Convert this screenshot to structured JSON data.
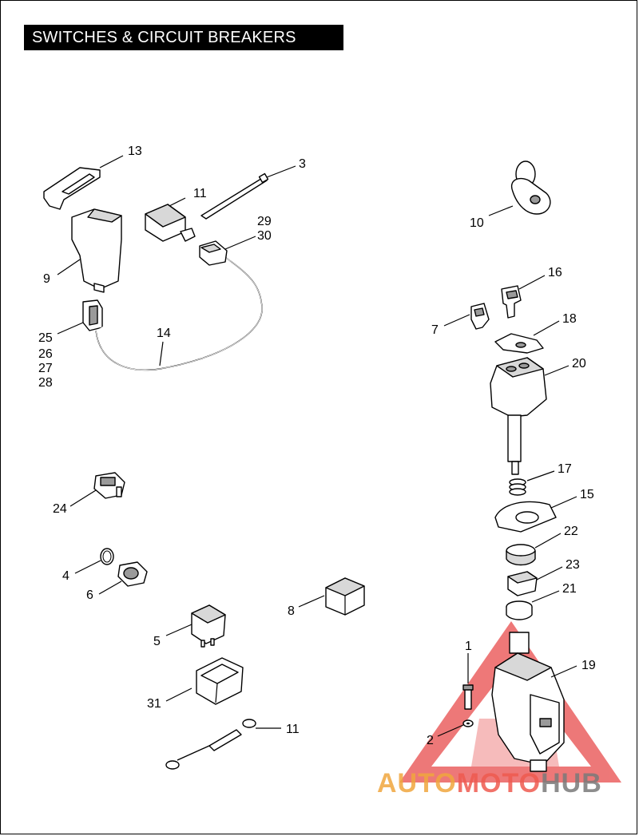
{
  "title": "SWITCHES & CIRCUIT BREAKERS",
  "callouts": [
    {
      "id": "c13",
      "text": "13"
    },
    {
      "id": "c3",
      "text": "3"
    },
    {
      "id": "c11a",
      "text": "11"
    },
    {
      "id": "c29",
      "text": "29"
    },
    {
      "id": "c30",
      "text": "30"
    },
    {
      "id": "c10",
      "text": "10"
    },
    {
      "id": "c9",
      "text": "9"
    },
    {
      "id": "c16",
      "text": "16"
    },
    {
      "id": "c7",
      "text": "7"
    },
    {
      "id": "c18",
      "text": "18"
    },
    {
      "id": "c25",
      "text": "25"
    },
    {
      "id": "c26",
      "text": "26"
    },
    {
      "id": "c27",
      "text": "27"
    },
    {
      "id": "c28",
      "text": "28"
    },
    {
      "id": "c14",
      "text": "14"
    },
    {
      "id": "c20",
      "text": "20"
    },
    {
      "id": "c17",
      "text": "17"
    },
    {
      "id": "c15",
      "text": "15"
    },
    {
      "id": "c24",
      "text": "24"
    },
    {
      "id": "c22",
      "text": "22"
    },
    {
      "id": "c4",
      "text": "4"
    },
    {
      "id": "c23",
      "text": "23"
    },
    {
      "id": "c6",
      "text": "6"
    },
    {
      "id": "c21",
      "text": "21"
    },
    {
      "id": "c8",
      "text": "8"
    },
    {
      "id": "c5",
      "text": "5"
    },
    {
      "id": "c1",
      "text": "1"
    },
    {
      "id": "c19",
      "text": "19"
    },
    {
      "id": "c31",
      "text": "31"
    },
    {
      "id": "c2",
      "text": "2"
    },
    {
      "id": "c11b",
      "text": "11"
    }
  ],
  "watermark": {
    "part_a": "AUTO",
    "part_b": "MOTO",
    "part_c": "HUB",
    "colors": {
      "auto": "#f0a63e",
      "moto": "#ef5a4f",
      "hub": "#7a7a7a",
      "triangle": "#e84b4b"
    }
  }
}
